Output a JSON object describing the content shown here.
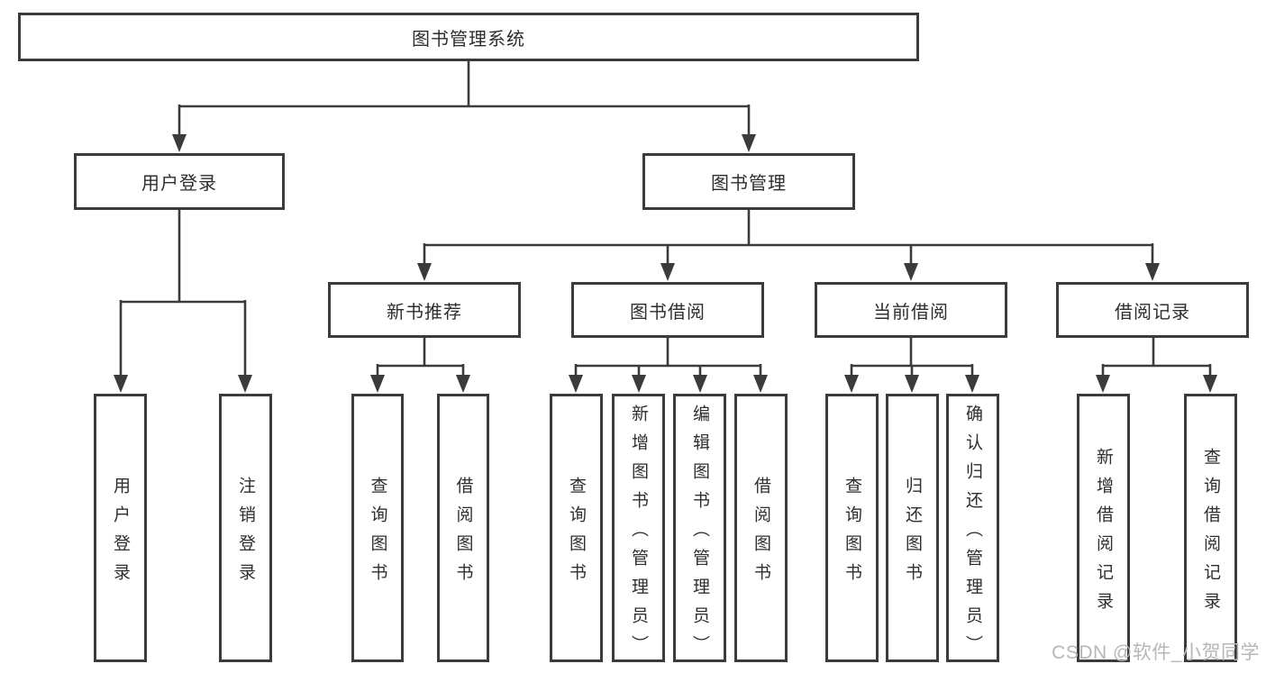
{
  "colors": {
    "line": "#3b3b3b",
    "text": "#2e2e2e",
    "background": "#ffffff",
    "watermark": "#b6b6bb"
  },
  "diagram": {
    "root": {
      "label": "图书管理系统"
    },
    "level1": [
      {
        "label": "用户登录"
      },
      {
        "label": "图书管理"
      }
    ],
    "level2": [
      {
        "label": "新书推荐"
      },
      {
        "label": "图书借阅"
      },
      {
        "label": "当前借阅"
      },
      {
        "label": "借阅记录"
      }
    ],
    "leaves": {
      "user_login": [
        "用户登录",
        "注销登录"
      ],
      "new_book": [
        "查询图书",
        "借阅图书"
      ],
      "book_borrow": [
        "查询图书",
        "新增图书（管理员）",
        "编辑图书（管理员）",
        "借阅图书"
      ],
      "current_borrow": [
        "查询图书",
        "归还图书",
        "确认归还（管理员）"
      ],
      "borrow_record": [
        "新增借阅记录",
        "查询借阅记录"
      ]
    },
    "watermark": "CSDN @软件_小贺同学"
  }
}
